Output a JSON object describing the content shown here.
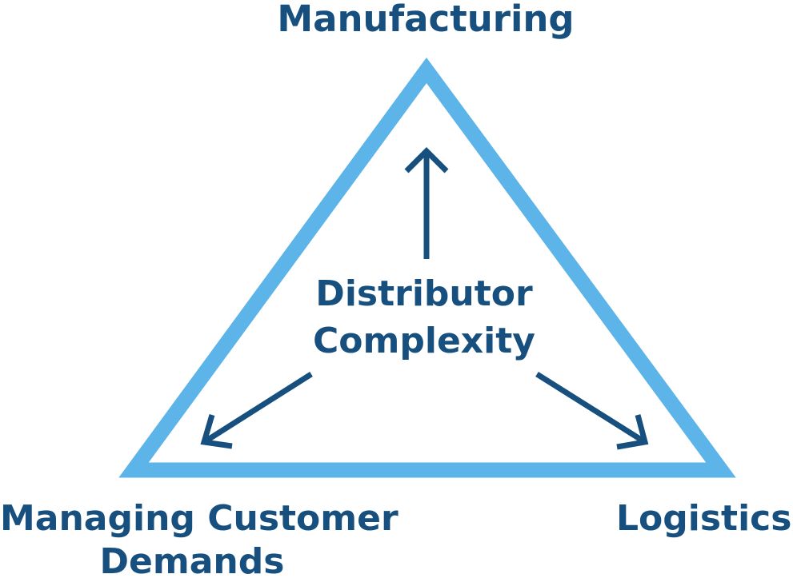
{
  "diagram": {
    "top_label": "Manufacturing",
    "center_label": {
      "line1": "Distributor",
      "line2": "Complexity"
    },
    "left_label": {
      "line1": "Managing Customer",
      "line2": "Demands"
    },
    "right_label": "Logistics"
  },
  "colors": {
    "triangle_stroke": "#5cb4e8",
    "arrow_stroke": "#17507f",
    "text": "#17507f",
    "background": "#ffffff"
  }
}
